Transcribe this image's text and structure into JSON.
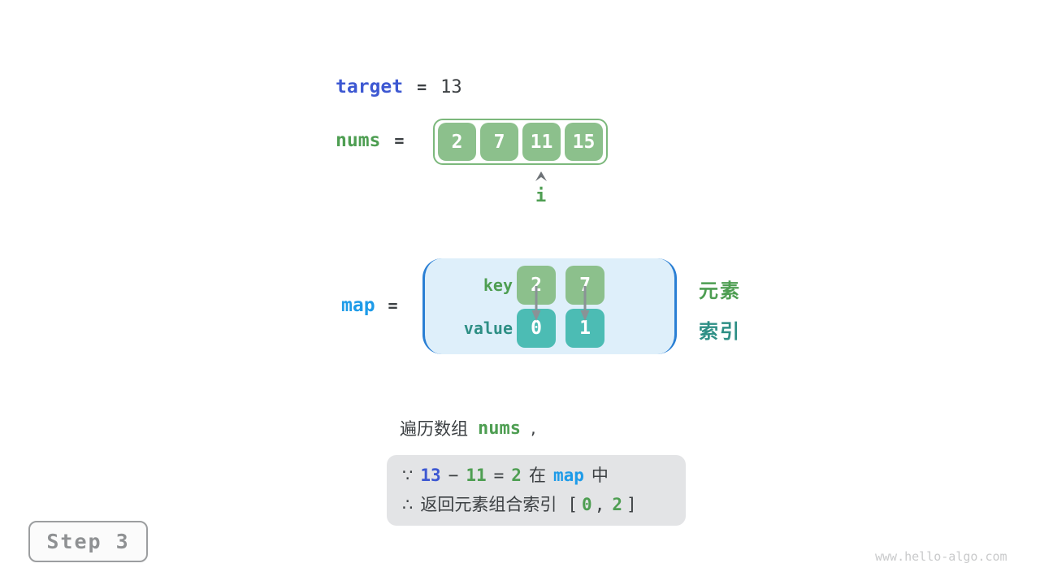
{
  "colors": {
    "royal_blue": "#3d58d2",
    "azure_blue": "#1e9be8",
    "green_text": "#4e9e52",
    "green_fill": "#8cc08c",
    "green_border": "#7cb87c",
    "teal_text": "#2e8f85",
    "teal_fill": "#4cbcb4",
    "map_border_blue": "#2a7fd4",
    "map_fill": "#deeffa",
    "dark_text": "#3c4043",
    "arrow_gray": "#8a9296",
    "conclusion_bg": "#e3e4e6",
    "step_gray": "#8f9193",
    "watermark_gray": "#c9cacb"
  },
  "target_line": {
    "label": "target",
    "equals": "=",
    "value": "13"
  },
  "nums_line": {
    "label": "nums",
    "equals": "=",
    "cells": [
      "2",
      "7",
      "11",
      "15"
    ],
    "pointer_label": "i",
    "pointer_index": 2
  },
  "map_line": {
    "label": "map",
    "equals": "=",
    "key_label": "key",
    "value_label": "value",
    "entries": [
      {
        "key": "2",
        "value": "0"
      },
      {
        "key": "7",
        "value": "1"
      }
    ],
    "element_label": "元素",
    "index_label": "索引"
  },
  "caption": {
    "prefix": "遍历数组",
    "code": "nums",
    "suffix": ","
  },
  "conclusion": {
    "line1": {
      "because": "∵",
      "minuend": "13",
      "minus": "−",
      "subtrahend": "11",
      "equals": "=",
      "difference": "2",
      "zai": "在",
      "map": "map",
      "zhong": "中"
    },
    "line2": {
      "therefore": "∴",
      "text": "返回元素组合索引",
      "lbracket": "[",
      "index1": "0",
      "comma": ",",
      "index2": "2",
      "rbracket": "]"
    }
  },
  "step_badge": {
    "label": "Step 3"
  },
  "watermark": "www.hello-algo.com"
}
